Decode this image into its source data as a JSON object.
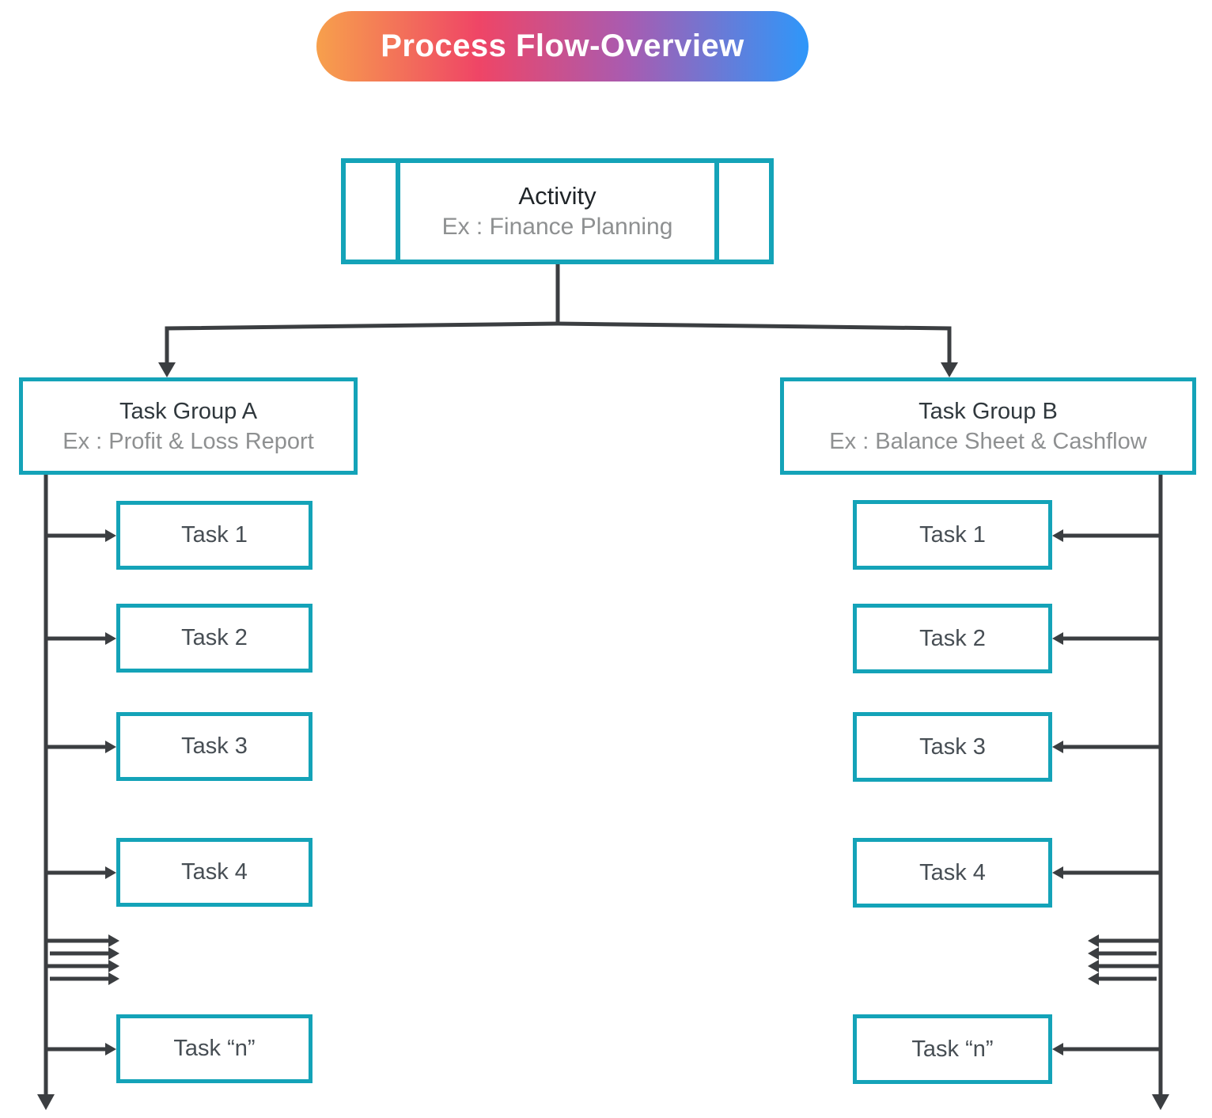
{
  "title": {
    "text": "Process Flow-Overview"
  },
  "activity": {
    "label": "Activity",
    "example": "Ex : Finance Planning"
  },
  "groups": [
    {
      "label": "Task Group A",
      "example": "Ex : Profit & Loss Report",
      "tasks": [
        "Task 1",
        "Task 2",
        "Task 3",
        "Task 4",
        "Task “n”"
      ]
    },
    {
      "label": "Task Group B",
      "example": "Ex : Balance Sheet & Cashflow",
      "tasks": [
        "Task 1",
        "Task 2",
        "Task 3",
        "Task 4",
        "Task “n”"
      ]
    }
  ],
  "colors": {
    "box_border": "#14A3B8",
    "connector": "#3B3E41",
    "heading_text": "#30383D",
    "example_text": "#8E9091",
    "task_text": "#474E54",
    "title_text": "#FFFFFF",
    "title_gradient": [
      "#F7A04C",
      "#EF4566",
      "#A95BB0",
      "#2E97FA"
    ]
  }
}
